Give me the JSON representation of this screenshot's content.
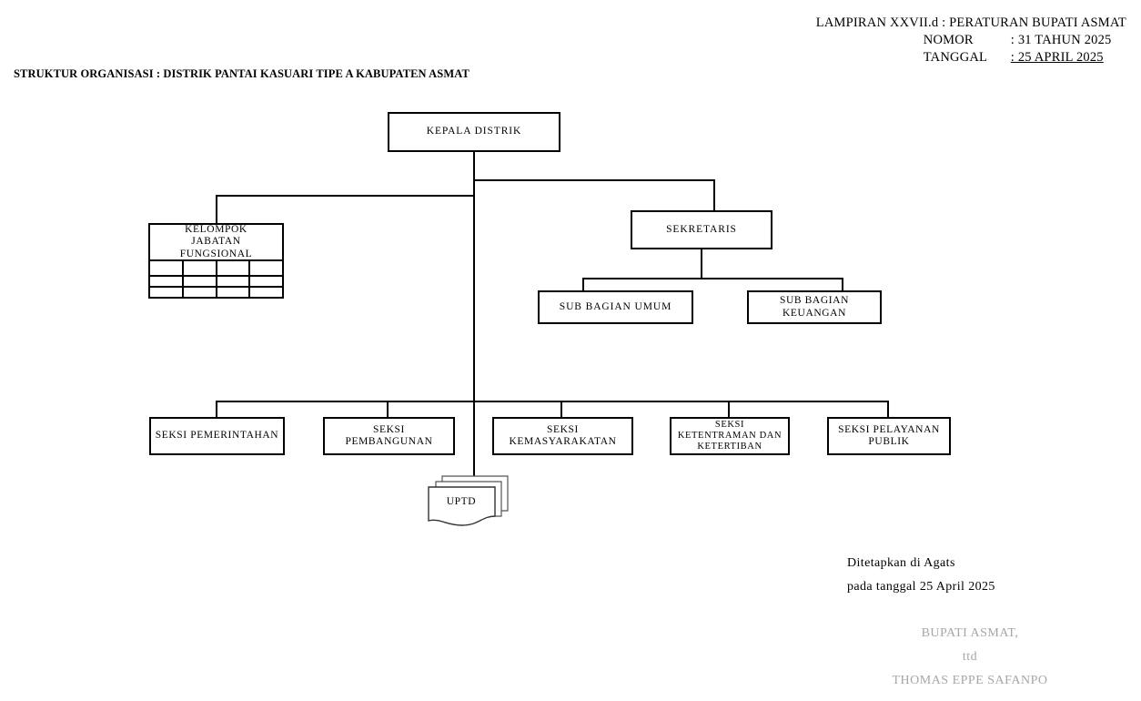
{
  "document": {
    "lampiran": {
      "line1": "LAMPIRAN XXVII.d : PERATURAN  BUPATI  ASMAT",
      "nomor_label": "NOMOR",
      "nomor_value": ": 31 TAHUN 2025",
      "tanggal_label": "TANGGAL",
      "tanggal_value": ":   25 APRIL 2025"
    },
    "chart_title": "STRUKTUR ORGANISASI : DISTRIK PANTAI KASUARI TIPE A KABUPATEN ASMAT",
    "signature": {
      "place_line": "Ditetapkan di Agats",
      "date_line": "pada tanggal 25 April 2025",
      "title_line": "BUPATI ASMAT,",
      "ttd_line": "ttd",
      "name_line": "THOMAS EPPE SAFANPO"
    }
  },
  "chart_data": {
    "type": "diagram",
    "title": "STRUKTUR ORGANISASI : DISTRIK PANTAI KASUARI TIPE A KABUPATEN ASMAT",
    "orientation": "top-down organizational hierarchy",
    "nodes": {
      "root": {
        "label": "KEPALA  DISTRIK"
      },
      "staff_left": {
        "label_line1": "KELOMPOK",
        "label_line2": "JABATAN FUNGSIONAL",
        "grid_rows": 3,
        "grid_columns": 4
      },
      "secretary": {
        "label": "SEKRETARIS"
      },
      "sub_bagian": [
        {
          "label": "SUB  BAGIAN  UMUM"
        },
        {
          "label_line1": "SUB BAGIAN",
          "label_line2": "KEUANGAN"
        }
      ],
      "seksi": [
        {
          "label_line1": "SEKSI   PEMERINTAHAN",
          "label_line2": ""
        },
        {
          "label_line1": "SEKSI  PEMBANGUNAN",
          "label_line2": ""
        },
        {
          "label_line1": "SEKSI",
          "label_line2": "KEMASYARAKATAN"
        },
        {
          "label_line1": "SEKSI",
          "label_line2": "KETENTRAMAN DAN",
          "label_line3": "KETERTIBAN"
        },
        {
          "label_line1": "SEKSI PELAYANAN",
          "label_line2": "PUBLIK"
        }
      ],
      "uptd": {
        "label": "UPTD",
        "shape": "stacked-document"
      }
    },
    "colors": {
      "line": "#000000",
      "box_border": "#000000",
      "box_fill": "#ffffff",
      "text": "#000000",
      "signer_text": "#a6a6a6"
    }
  }
}
